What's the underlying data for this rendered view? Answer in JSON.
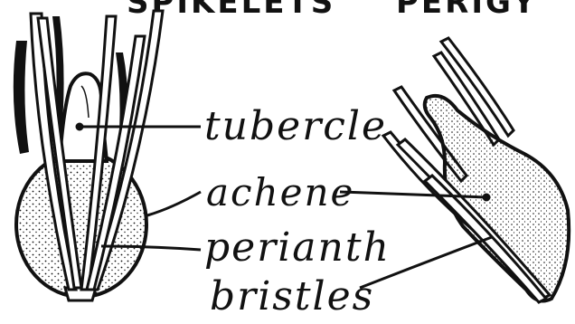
{
  "header": {
    "left_fragment": "SPIKELETS",
    "right_fragment": "PERIGY"
  },
  "labels": {
    "tubercle": "tubercle",
    "achene": "achene",
    "perianth": "perianth",
    "bristles": "bristles"
  },
  "colors": {
    "ink": "#111111",
    "paper": "#ffffff"
  }
}
